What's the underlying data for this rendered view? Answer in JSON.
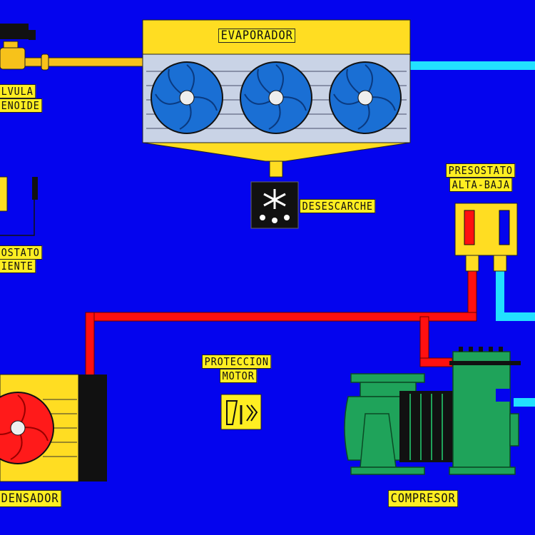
{
  "diagram": {
    "colors": {
      "background": "#0404ee",
      "liquid_line": "#f7c21a",
      "suction_line": "#22e0ff",
      "discharge_line": "#ff1010",
      "compressor": "#1fa35a",
      "label_bg": "#ffee22"
    },
    "components": {
      "evaporator": {
        "label": "EVAPORADOR"
      },
      "solenoid_valve": {
        "label_line1": "LVULA",
        "label_line2": "ENOIDE"
      },
      "defrost": {
        "label": "DESESCARCHE",
        "icon": "snowflake-drops-icon"
      },
      "pressure_switch": {
        "label_line1": "PRESOSTATO",
        "label_line2": "ALTA-BAJA"
      },
      "thermostat": {
        "label_line1": "OSTATO",
        "label_line2": "IENTE"
      },
      "motor_protection": {
        "label_line1": "PROTECCION",
        "label_line2": "MOTOR",
        "icon": "motor-protection-icon"
      },
      "condenser": {
        "label": "DENSADOR"
      },
      "compressor": {
        "label": "COMPRESOR"
      }
    }
  }
}
